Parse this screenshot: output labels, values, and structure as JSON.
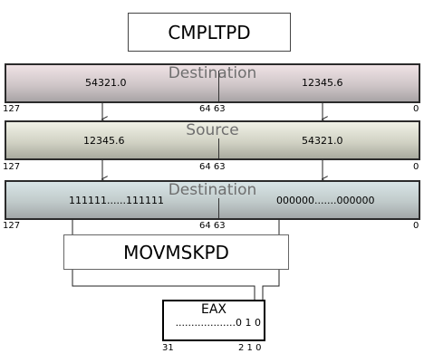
{
  "title": "CMPLTPD",
  "registers": [
    {
      "label": "Destination",
      "high": "54321.0",
      "low": "12345.6"
    },
    {
      "label": "Source",
      "high": "12345.6",
      "low": "54321.0"
    },
    {
      "label": "Destination",
      "high": "111111......111111",
      "low": "000000.......000000"
    }
  ],
  "bit_labels": {
    "msb": "127",
    "mid": "64 63",
    "lsb": "0"
  },
  "operation": "MOVMSKPD",
  "eax": {
    "label": "EAX",
    "value": "...................0 1 0",
    "msb": "31",
    "low_bits": "2 1 0"
  }
}
